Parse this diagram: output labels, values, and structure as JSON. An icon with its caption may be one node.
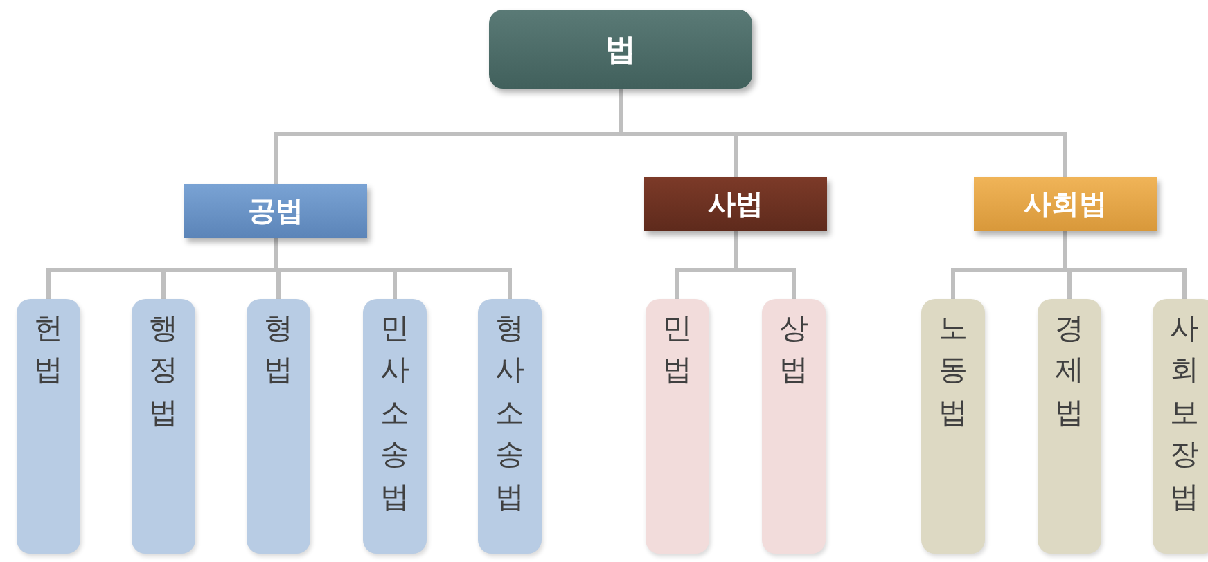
{
  "diagram": {
    "nodes": [
      {
        "text": [
          "법"
        ]
      },
      {
        "text": [
          "공법"
        ]
      },
      {
        "text": [
          "사법"
        ]
      },
      {
        "text": [
          "사회법"
        ]
      },
      {
        "text": [
          "헌법"
        ]
      },
      {
        "text": [
          "행정법"
        ]
      },
      {
        "text": [
          "형법"
        ]
      },
      {
        "text": [
          "민사소송법"
        ]
      },
      {
        "text": [
          "형사소송법"
        ]
      },
      {
        "text": [
          "민법"
        ]
      },
      {
        "text": [
          "상법"
        ]
      },
      {
        "text": [
          "노동법"
        ]
      },
      {
        "text": [
          "경제법"
        ]
      },
      {
        "text": [
          "사회보장법"
        ]
      }
    ],
    "edges": [
      {
        "from": 0,
        "to": 1,
        "arrow": "none"
      },
      {
        "from": 0,
        "to": 2,
        "arrow": "none"
      },
      {
        "from": 0,
        "to": 3,
        "arrow": "none"
      },
      {
        "from": 1,
        "to": 4,
        "arrow": "none"
      },
      {
        "from": 1,
        "to": 5,
        "arrow": "none"
      },
      {
        "from": 1,
        "to": 6,
        "arrow": "none"
      },
      {
        "from": 1,
        "to": 7,
        "arrow": "none"
      },
      {
        "from": 1,
        "to": 8,
        "arrow": "none"
      },
      {
        "from": 2,
        "to": 9,
        "arrow": "none"
      },
      {
        "from": 2,
        "to": 10,
        "arrow": "none"
      },
      {
        "from": 3,
        "to": 11,
        "arrow": "none"
      },
      {
        "from": 3,
        "to": 12,
        "arrow": "none"
      },
      {
        "from": 3,
        "to": 13,
        "arrow": "none"
      }
    ]
  }
}
